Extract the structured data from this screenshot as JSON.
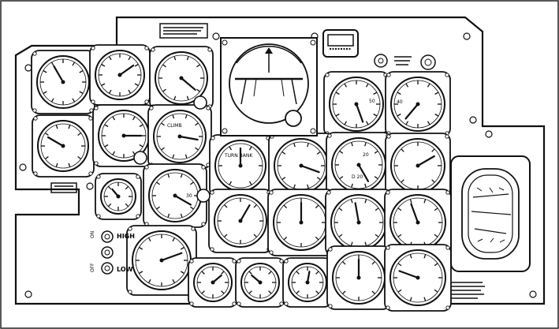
{
  "diagram": {
    "type": "aircraft instrument panel line drawing",
    "colors": {
      "ink": "#111111",
      "paper": "#ffffff"
    }
  },
  "labels": {
    "high": "HIGH",
    "low": "LOW",
    "climb": "CLIMB",
    "turn_bank": "TURN  BANK",
    "num_20": "20",
    "num_d20": "D 20",
    "num_50": "50",
    "num_40": "40",
    "num_30": "30"
  }
}
